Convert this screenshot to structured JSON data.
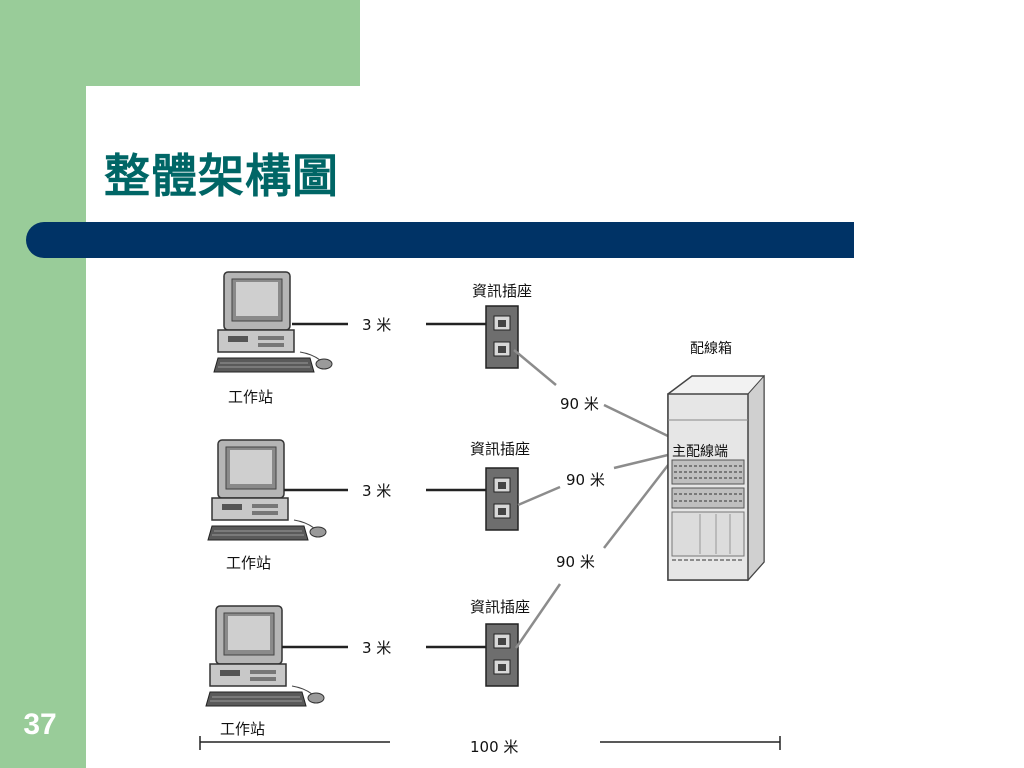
{
  "slide": {
    "title": "整體架構圖",
    "page_number": "37"
  },
  "diagram": {
    "workstation_label": "工作站",
    "outlet_label": "資訊插座",
    "cabinet_label": "配線箱",
    "patch_panel_label": "主配線端",
    "short_run_label": "3 米",
    "long_run_label": "90 米",
    "total_label": "100 米"
  },
  "colors": {
    "green": "#99cc99",
    "navy": "#003366",
    "title": "#006666"
  }
}
